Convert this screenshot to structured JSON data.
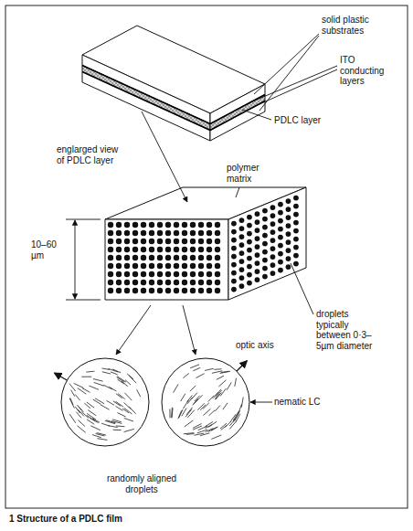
{
  "diagram": {
    "caption": "1 Structure of a PDLC film",
    "labels": [
      "solid plastic substrates",
      "ITO conducting layers",
      "PDLC layer",
      "englarged view of PDLC layer",
      "polymer matrix",
      "10–60 µm",
      "droplets typically between 0·3–5µm diameter",
      "optic axis",
      "nematic LC",
      "randomly aligned droplets"
    ]
  }
}
